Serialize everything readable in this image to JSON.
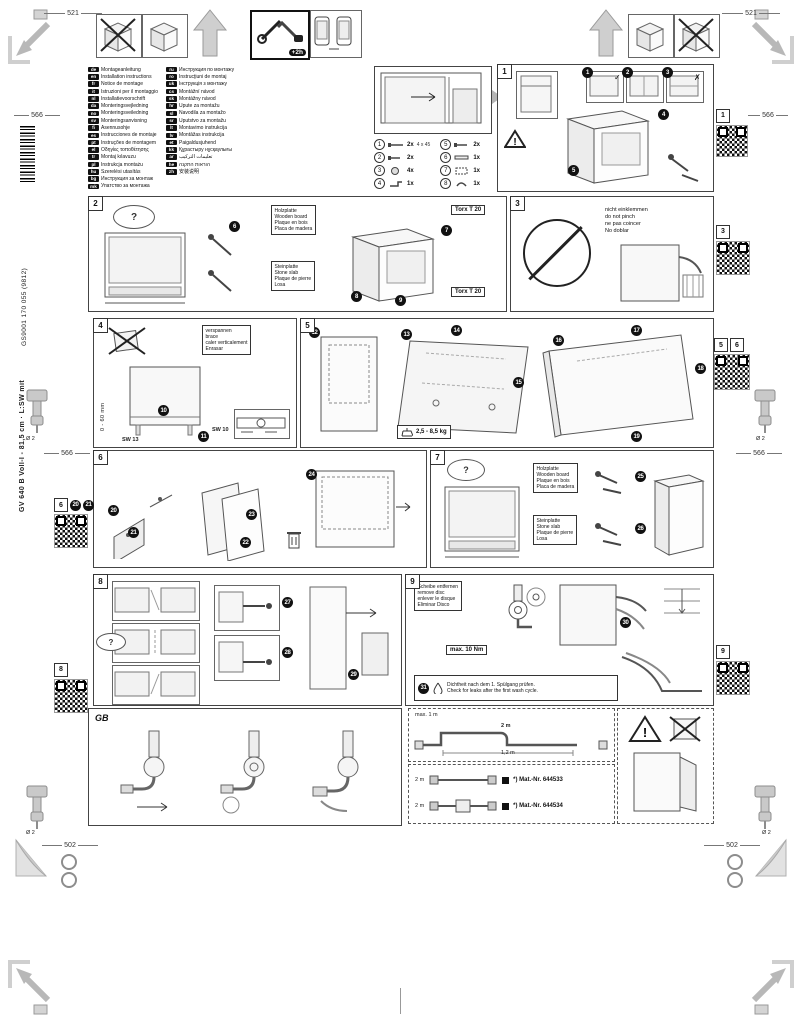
{
  "doc": {
    "vertical_model": "GV 640 B Voll-I - 81,5 cm · L:SW mit",
    "vertical_code": "GS9001 170 055 (9812)"
  },
  "dims": {
    "d521": "521",
    "d566": "566",
    "d502": "502",
    "drill": "Ø 2"
  },
  "header": {
    "time": "+2h"
  },
  "icons": {
    "question": "?",
    "check": "✓",
    "cross": "✗",
    "warning": "!"
  },
  "labels": {
    "wood": [
      "Holzplatte",
      "Wooden board",
      "Plaque en bois",
      "Placa de madera"
    ],
    "stone": [
      "Steinplatte",
      "Stone slab",
      "Plaque de pierre",
      "Losa"
    ],
    "pinch": [
      "nicht einklemmen",
      "do not pinch",
      "ne pas coincer",
      "No doblar"
    ],
    "brace": [
      "verspannen",
      "brace",
      "caler verticalement",
      "Enrasar"
    ],
    "disc": [
      "Scheibe entfernen",
      "remove disc",
      "enlever le disque",
      "Eliminar Disco"
    ],
    "torx": "Torx T 20",
    "sw13": "SW 13",
    "sw10": "SW 10",
    "range": "0 - 60 mm",
    "weight": "2,5 - 8,5 kg",
    "torque": "max. 10 Nm",
    "leak_de": "Dichtheit nach dem 1. Spülgang prüfen.",
    "leak_en": "Check for leaks after the first wash cycle."
  },
  "languages": {
    "col1": [
      {
        "code": "de",
        "label": "Montageanleitung"
      },
      {
        "code": "en",
        "label": "Installation instructions"
      },
      {
        "code": "fr",
        "label": "Notice de montage"
      },
      {
        "code": "it",
        "label": "Istruzioni per il montaggio"
      },
      {
        "code": "nl",
        "label": "Installatievoorschrift"
      },
      {
        "code": "da",
        "label": "Monteringsvejledning"
      },
      {
        "code": "no",
        "label": "Monteringsveiledning"
      },
      {
        "code": "sv",
        "label": "Monteringsanvisning"
      },
      {
        "code": "fi",
        "label": "Asennusohje"
      },
      {
        "code": "es",
        "label": "Instrucciones de montaje"
      },
      {
        "code": "pt",
        "label": "Instruções de montagem"
      },
      {
        "code": "el",
        "label": "Οδηγίες τοποθέτησης"
      },
      {
        "code": "tr",
        "label": "Montaj kılavuzu"
      },
      {
        "code": "pl",
        "label": "Instrukcja montażu"
      },
      {
        "code": "hu",
        "label": "Szerelési utasítás"
      },
      {
        "code": "bg",
        "label": "Инструкция за монтаж"
      },
      {
        "code": "mk",
        "label": "Упатство за монтажа"
      }
    ],
    "col2": [
      {
        "code": "ru",
        "label": "Инструкция по монтажу"
      },
      {
        "code": "ro",
        "label": "Instrucţiuni de montaj"
      },
      {
        "code": "uk",
        "label": "Інструкція з монтажу"
      },
      {
        "code": "cs",
        "label": "Montážní návod"
      },
      {
        "code": "sk",
        "label": "Montážny návod"
      },
      {
        "code": "hr",
        "label": "Upute za montažu"
      },
      {
        "code": "sl",
        "label": "Navodila za montažo"
      },
      {
        "code": "sr",
        "label": "Uputstvo za montažu"
      },
      {
        "code": "lt",
        "label": "Montavimo instrukcija"
      },
      {
        "code": "lv",
        "label": "Montāžas instrukcija"
      },
      {
        "code": "et",
        "label": "Paigaldusjuhend"
      },
      {
        "code": "kk",
        "label": "Құрастыру нұсқаулығы"
      },
      {
        "code": "ar",
        "label": "تعليمات التركيب"
      },
      {
        "code": "he",
        "label": "הוראות התקנה"
      },
      {
        "code": "zh",
        "label": "安装说明"
      }
    ]
  },
  "parts": [
    {
      "n": "1",
      "qty": "2x",
      "size": "4 x 45"
    },
    {
      "n": "2",
      "qty": "2x",
      "size": ""
    },
    {
      "n": "3",
      "qty": "4x",
      "size": ""
    },
    {
      "n": "4",
      "qty": "1x",
      "size": ""
    },
    {
      "n": "5",
      "qty": "2x",
      "size": ""
    },
    {
      "n": "6",
      "qty": "1x",
      "size": ""
    },
    {
      "n": "7",
      "qty": "1x",
      "size": ""
    },
    {
      "n": "8",
      "qty": "1x",
      "size": ""
    }
  ],
  "panels": {
    "p1": {
      "num": "1",
      "badges": [
        "1",
        "2",
        "3",
        "4",
        "5"
      ]
    },
    "p2": {
      "num": "2",
      "badges": [
        "6",
        "7",
        "8",
        "9"
      ]
    },
    "p3": {
      "num": "3"
    },
    "p4": {
      "num": "4",
      "badges": [
        "10",
        "11"
      ]
    },
    "p5": {
      "num": "5",
      "badges": [
        "12",
        "13",
        "14",
        "15",
        "16",
        "17",
        "18",
        "19"
      ]
    },
    "p6": {
      "num": "6",
      "badges": [
        "20",
        "21",
        "22",
        "23",
        "24"
      ]
    },
    "p7": {
      "num": "7",
      "badges": [
        "25",
        "26"
      ]
    },
    "p8": {
      "num": "8",
      "badges": [
        "27",
        "28",
        "29"
      ]
    },
    "p9": {
      "num": "9",
      "badges": [
        "30",
        "31"
      ]
    }
  },
  "qrs": {
    "r1": "1",
    "r3": "3",
    "r5a": "5",
    "r5b": "6",
    "r9": "9",
    "l6a": "6",
    "l6b": "20",
    "l6c": "21",
    "l8": "8"
  },
  "gb": {
    "label": "GB"
  },
  "hose": {
    "h_max": "max. 1 m",
    "h_2m": "2 m",
    "h_12m": "1,2 m"
  },
  "mat": [
    {
      "len": "2 m",
      "text": "*) Mat.-Nr. 644533"
    },
    {
      "len": "2 m",
      "text": "*) Mat.-Nr. 644534"
    }
  ]
}
